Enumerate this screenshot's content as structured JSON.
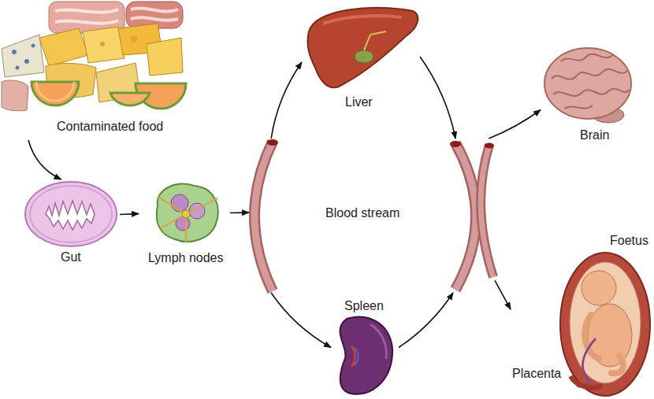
{
  "diagram": {
    "nodes": [
      {
        "text": [
          "Contaminated food"
        ]
      },
      {
        "text": [
          "Gut"
        ]
      },
      {
        "text": [
          "Lymph nodes"
        ]
      },
      {
        "text": [
          "Blood stream"
        ]
      },
      {
        "text": [
          "Liver"
        ]
      },
      {
        "text": [
          "Spleen"
        ]
      },
      {
        "text": [
          "Brain"
        ]
      },
      {
        "text": [
          "Foetus",
          "Placenta"
        ]
      }
    ],
    "edges": [
      {
        "from": 0,
        "to": 1,
        "arrow": "to"
      },
      {
        "from": 1,
        "to": 2,
        "arrow": "to"
      },
      {
        "from": 2,
        "to": 3,
        "arrow": "to"
      },
      {
        "from": 3,
        "to": 4,
        "arrow": "to"
      },
      {
        "from": 4,
        "to": 3,
        "arrow": "to"
      },
      {
        "from": 3,
        "to": 5,
        "arrow": "to"
      },
      {
        "from": 5,
        "to": 3,
        "arrow": "to"
      },
      {
        "from": 3,
        "to": 6,
        "arrow": "to"
      },
      {
        "from": 3,
        "to": 7,
        "arrow": "to"
      }
    ]
  }
}
